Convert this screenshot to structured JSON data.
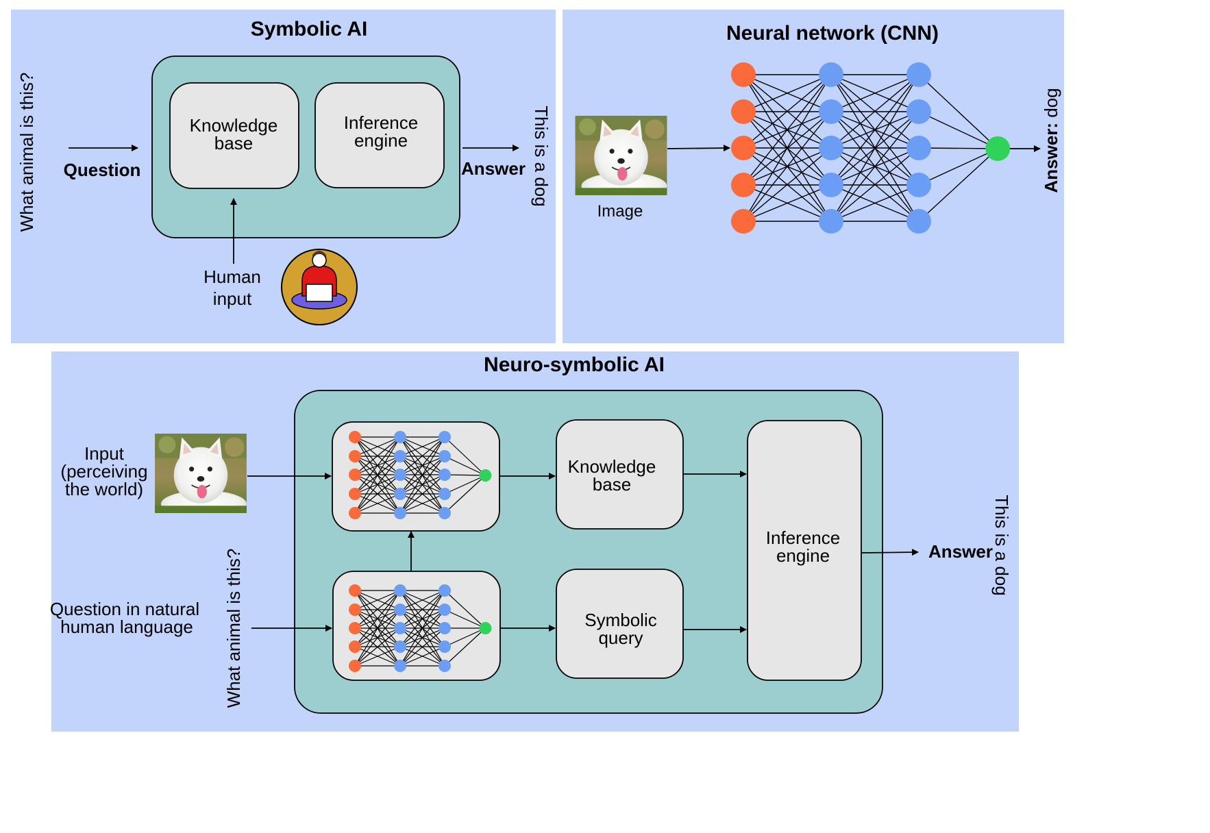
{
  "colors": {
    "panel_bg": "#c2d4fb",
    "container_bg": "#9ccdcf",
    "box_bg": "#e6e6e6",
    "node_input": "#fa6a3b",
    "node_hidden": "#6b9df5",
    "node_output": "#2fd35a"
  },
  "symbolic": {
    "title": "Symbolic AI",
    "side_question": "What animal is this?",
    "question_label": "Question",
    "knowledge_base": [
      "Knowledge",
      "base"
    ],
    "inference_engine": [
      "Inference",
      "engine"
    ],
    "answer_label": "Answer",
    "answer_text": "This is a dog",
    "human_input": [
      "Human",
      "input"
    ],
    "person_icon": "person-with-laptop-icon"
  },
  "neural": {
    "title": "Neural network (CNN)",
    "image_label": "Image",
    "answer_bold": "Answer:",
    "answer_value": " dog",
    "image_icon": "white-dog-photo"
  },
  "neuro": {
    "title": "Neuro-symbolic AI",
    "input_label": [
      "Input",
      "(perceiving",
      "the world)"
    ],
    "question_label": [
      "Question in natural",
      "human language"
    ],
    "side_question": "What animal is this?",
    "knowledge_base": [
      "Knowledge",
      "base"
    ],
    "symbolic_query": [
      "Symbolic",
      "query"
    ],
    "inference_engine": [
      "Inference",
      "engine"
    ],
    "answer_label": "Answer",
    "answer_text": "This is a dog"
  }
}
